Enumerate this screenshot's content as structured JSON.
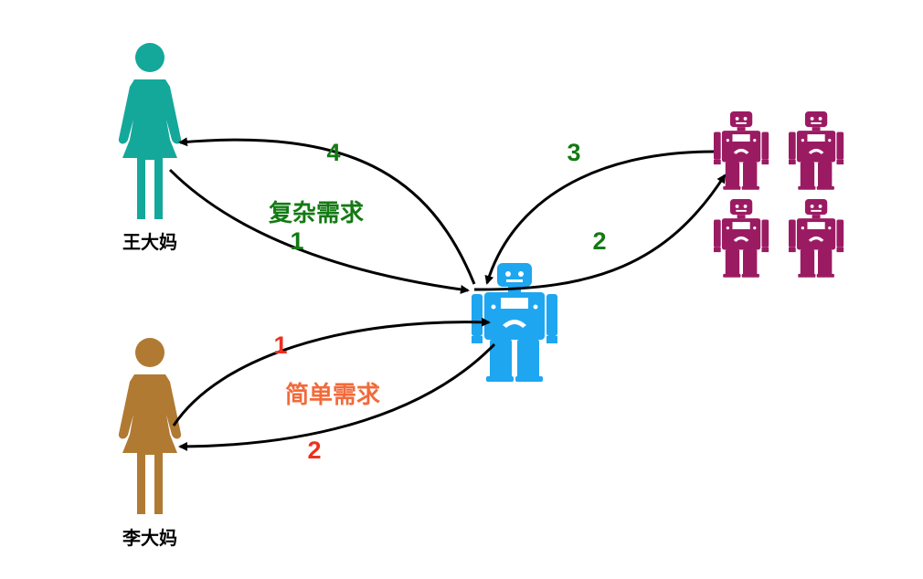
{
  "people": {
    "wang": {
      "name": "王大妈",
      "color": "#14a89a"
    },
    "li": {
      "name": "李大妈",
      "color": "#b07a32"
    }
  },
  "robots": {
    "assistant_color": "#1ea6f0",
    "worker_color": "#9b1b63",
    "worker_count": 4
  },
  "labels": {
    "complex_request": "复杂需求",
    "simple_request": "简单需求",
    "complex_color": "#137a13",
    "simple_color": "#f26a3a"
  },
  "steps": {
    "complex_1": "1",
    "complex_2": "2",
    "complex_3": "3",
    "complex_4": "4",
    "simple_1": "1",
    "simple_2": "2",
    "simple_step_color": "#ef2f1e"
  }
}
